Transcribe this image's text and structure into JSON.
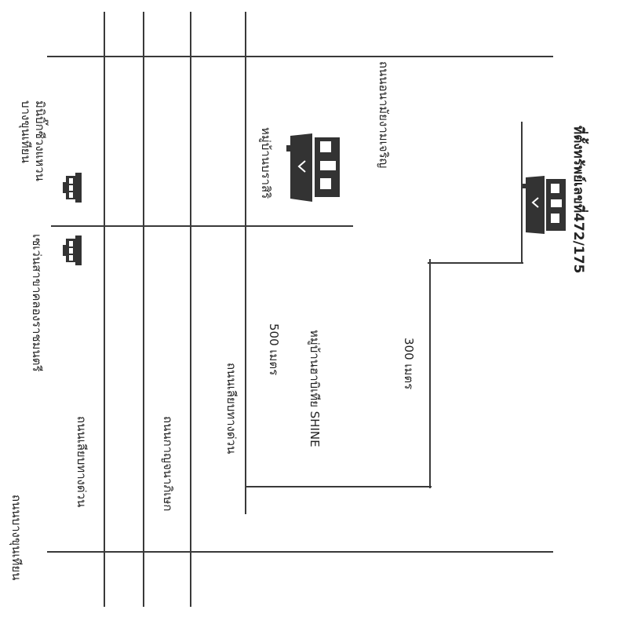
{
  "labels": {
    "minibigc": "มินิบิ๊กซีวงแหวน",
    "minibigc_2": "บางขุนเทียน",
    "seven": "เซเว่นสาขาคลองราชมนตรี",
    "road_expressway_left": "ถนนเลียบทางด่วน",
    "road_kanchana": "ถนนกาญจนาภิเษก",
    "road_expressway_right": "ถนนเลียบทางด่วน",
    "road_bangkhuntien": "ถนนบางขุนเทียน",
    "dist_500": "500 เมตร",
    "village_habitia": "หมู่บ้านฮาบิเทีย SHINE",
    "dist_300": "300 เมตร",
    "village_brasiri": "หมู่บ้านบราสิริ",
    "road_anamai": "ถนนอนามัยงามเจริญ",
    "property": "ที่ตั้งทรัพย์เลขที่472/175"
  }
}
